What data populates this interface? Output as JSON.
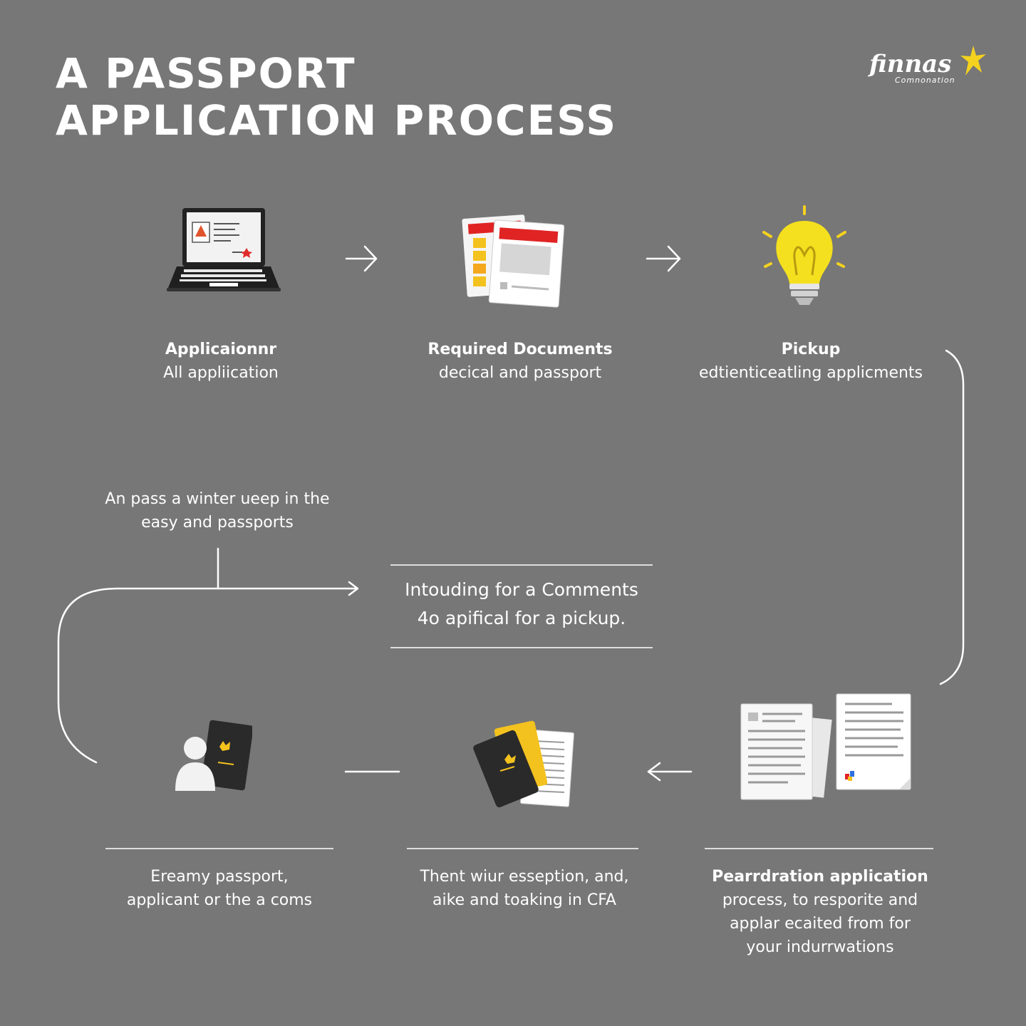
{
  "header": {
    "title_line1": "A PASSPORT",
    "title_line2": "APPLICATION PROCESS"
  },
  "logo": {
    "name": "finnas",
    "sub": "Comnonation"
  },
  "colors": {
    "background": "#777777",
    "accent_yellow": "#f4d21e",
    "line": "#ffffff"
  },
  "steps": [
    {
      "icon": "laptop-icon",
      "title": "Applicaionnr",
      "desc": "All appliication"
    },
    {
      "icon": "documents-icon",
      "title": "Required Documents",
      "desc": "decical and passport"
    },
    {
      "icon": "lightbulb-icon",
      "title": "Pickup",
      "desc": "edtienticeatling applicments"
    },
    {
      "icon": "paper-stack-icon",
      "title": "Pearrdration application",
      "desc_lines": [
        "process, to resporite and",
        "applar ecaited from for",
        "your indurrwations"
      ]
    },
    {
      "icon": "passport-cards-icon",
      "title": "",
      "desc_lines": [
        "Thent wiur esseption, and,",
        "aike and toaking in CFA"
      ]
    },
    {
      "icon": "person-passport-icon",
      "title": "",
      "desc_lines": [
        "Ereamy passport,",
        "applicant or the a coms"
      ]
    }
  ],
  "callout_left": {
    "lines": [
      "An pass a winter ueep in the",
      "easy and passports"
    ]
  },
  "callout_center": {
    "lines": [
      "Intouding for a Comments",
      "4o apifical for a pickup."
    ]
  }
}
